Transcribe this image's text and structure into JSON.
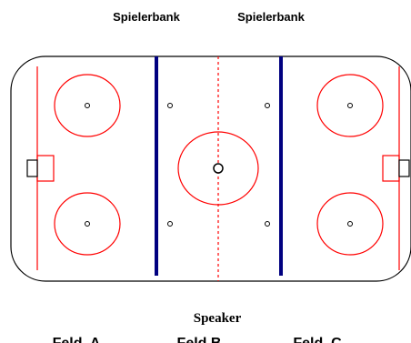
{
  "labels": {
    "bench_left": "Spielerbank",
    "bench_right": "Spielerbank",
    "speaker": "Speaker",
    "field_a": "Feld  A",
    "field_b": "Feld B",
    "field_c": "Feld  C"
  },
  "colors": {
    "red_lines": "#ff0000",
    "blue_lines": "#000080",
    "board": "#000000",
    "background": "#ffffff"
  }
}
